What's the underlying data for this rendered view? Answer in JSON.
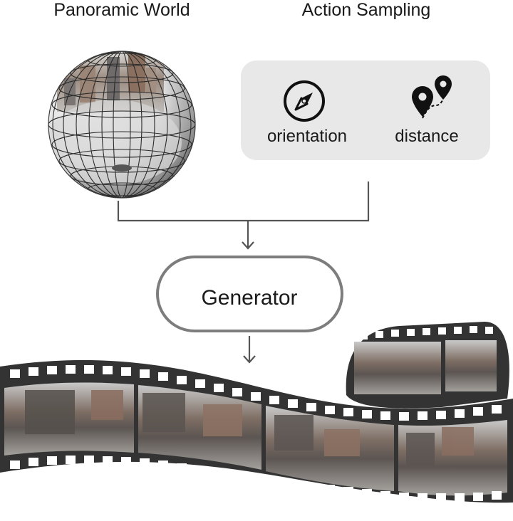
{
  "diagram": {
    "panorama_title": "Panoramic World",
    "action_title": "Action Sampling",
    "actions": [
      {
        "icon": "compass-icon",
        "label": "orientation"
      },
      {
        "icon": "map-pin-path-icon",
        "label": "distance"
      }
    ],
    "generator_label": "Generator"
  },
  "colors": {
    "panel_fill": "#e8e8e8",
    "connector": "#555555",
    "generator_border": "#7d7d7d",
    "film": "#333333",
    "film_hole": "#ffffff"
  }
}
